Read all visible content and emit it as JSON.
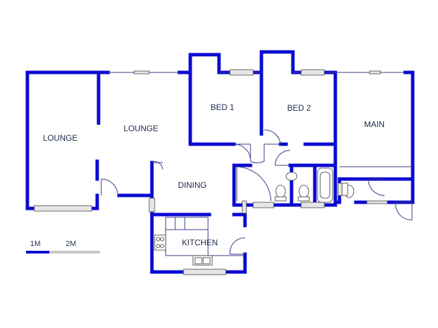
{
  "rooms": {
    "lounge_left": "LOUNGE",
    "lounge_right": "LOUNGE",
    "bed1": "BED 1",
    "bed2": "BED 2",
    "main": "MAIN",
    "dining": "DINING",
    "kitchen": "KITCHEN"
  },
  "scale": {
    "label_1": "1M",
    "label_2": "2M"
  },
  "colors": {
    "wall": "#0a0ad2",
    "text": "#1e2a4a"
  }
}
